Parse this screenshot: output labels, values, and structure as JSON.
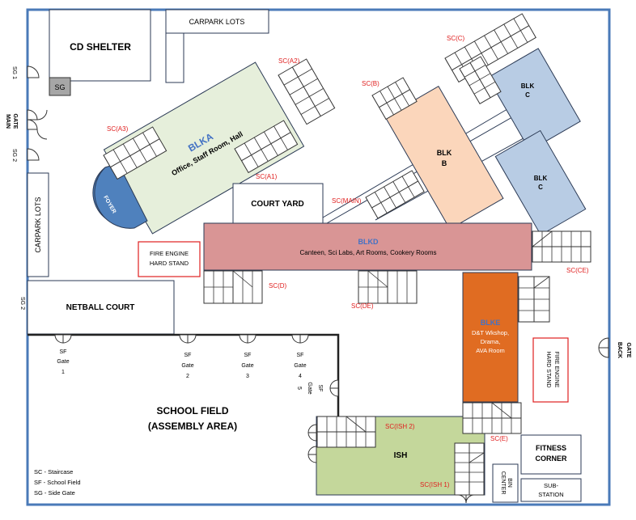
{
  "buildings": {
    "cd_shelter": "CD SHELTER",
    "sg_box": "SG",
    "carpark_top": "CARPARK LOTS",
    "carpark_left": "CARPARK LOTS",
    "blka_title": "BLKA",
    "blka_sub": "Office, Staff Room, Hall",
    "foyer": "FOYER",
    "court_yard": "COURT YARD",
    "blkb_1": "BLK",
    "blkb_2": "B",
    "blkc_1": "BLK",
    "blkc_2": "C",
    "blkd_title": "BLKD",
    "blkd_sub": "Canteen, Sci Labs, Art Rooms, Cookery Rooms",
    "blke_title": "BLKE",
    "blke_l1": "D&T Wkshop,",
    "blke_l2": "Drama,",
    "blke_l3": "AVA Room",
    "netball": "NETBALL COURT",
    "fire_engine_1": "FIRE ENGINE",
    "hard_stand_1": "HARD STAND",
    "fire_engine_2": "FIRE ENGINE",
    "hard_stand_2": "HARD STAND",
    "school_field_1": "SCHOOL FIELD",
    "school_field_2": "(ASSEMBLY AREA)",
    "ish": "ISH",
    "fitness_1": "FITNESS",
    "fitness_2": "CORNER",
    "bin_1": "BIN",
    "bin_2": "CENTER",
    "sub_1": "SUB-",
    "sub_2": "STATION"
  },
  "staircases": {
    "sca2": "SC(A2)",
    "sca3": "SC(A3)",
    "sca1": "SC(A1)",
    "scb": "SC(B)",
    "scc": "SC(C)",
    "scmain": "SC(MAIN)",
    "scd": "SC(D)",
    "scde": "SC(DE)",
    "scce": "SC(CE)",
    "scish2": "SC(ISH 2)",
    "scish1": "SC(ISH 1)",
    "sce": "SC(E)"
  },
  "gates": {
    "sg1": "SG 1",
    "main_1": "MAIN",
    "main_2": "GATE",
    "sg2a": "SG 2",
    "sg2b": "SG 2",
    "back_1": "BACK",
    "back_2": "GATE",
    "sf1_a": "SF",
    "sf1_b": "Gate",
    "sf1_c": "1",
    "sf2_a": "SF",
    "sf2_b": "Gate",
    "sf2_c": "2",
    "sf3_a": "SF",
    "sf3_b": "Gate",
    "sf3_c": "3",
    "sf4_a": "SF",
    "sf4_b": "Gate",
    "sf4_c": "4",
    "sf5_a": "SF",
    "sf5_b": "Gate",
    "sf5_c": "5"
  },
  "legend": {
    "sc": "SC - Staircase",
    "sf": "SF - School Field",
    "sg": "SG - Side Gate"
  },
  "colors": {
    "boundary": "#4a7ab8",
    "blka": "#e6efdb",
    "blkb": "#fbd6bb",
    "blkc": "#b8cce4",
    "blkd": "#d99595",
    "blke": "#e06c22",
    "ish": "#c4d79b",
    "foyer": "#4f81bd",
    "red_label": "#e02020",
    "blue_label": "#4472c4"
  }
}
